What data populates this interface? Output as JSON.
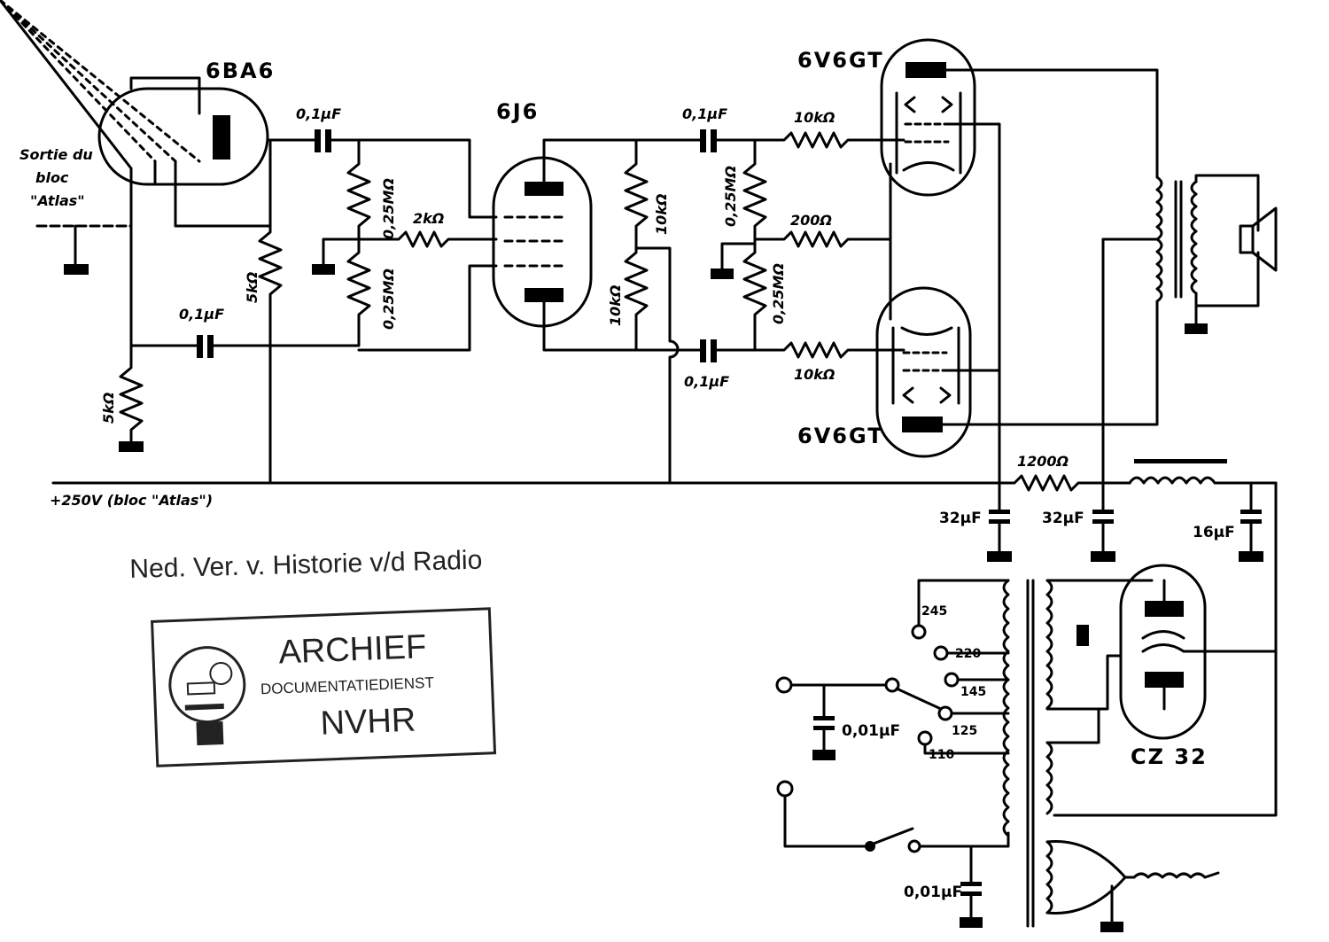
{
  "tubes": {
    "preamp": "6BA6",
    "phase_splitter": "6J6",
    "output_top": "6V6GT",
    "output_bottom": "6V6GT",
    "rectifier": "CZ 32"
  },
  "input_label": [
    "Sortie du",
    "bloc",
    "\"Atlas\""
  ],
  "supply_label": "+250V (bloc \"Atlas\")",
  "components": {
    "c_coupling_1": "0,1µF",
    "c_coupling_2": "0,1µF",
    "c_coupling_3": "0,1µF",
    "c_bypass": "0,1µF",
    "r_cathode": "5kΩ",
    "r_pot": "5kΩ",
    "r_grid_top": "0,25MΩ",
    "r_grid_bot": "0,25MΩ",
    "r_grid_stop": "2kΩ",
    "r_plate_1": "10kΩ",
    "r_plate_2": "10kΩ",
    "r_out_grid_top": "0,25MΩ",
    "r_out_grid_bot": "0,25MΩ",
    "r_stop_top": "10kΩ",
    "r_stop_bot": "10kΩ",
    "r_cathode_out": "200Ω",
    "r_filter": "1200Ω",
    "c_filter_1": "32µF",
    "c_filter_2": "32µF",
    "c_filter_3": "16µF",
    "c_line_1": "0,01µF",
    "c_line_2": "0,01µF"
  },
  "mains_taps": [
    "245",
    "220",
    "145",
    "125",
    "110"
  ],
  "heading": "Ned. Ver. v. Historie v/d Radio",
  "stamp": {
    "line1": "ARCHIEF",
    "line2": "DOCUMENTATIEDIENST",
    "line3": "NVHR"
  }
}
